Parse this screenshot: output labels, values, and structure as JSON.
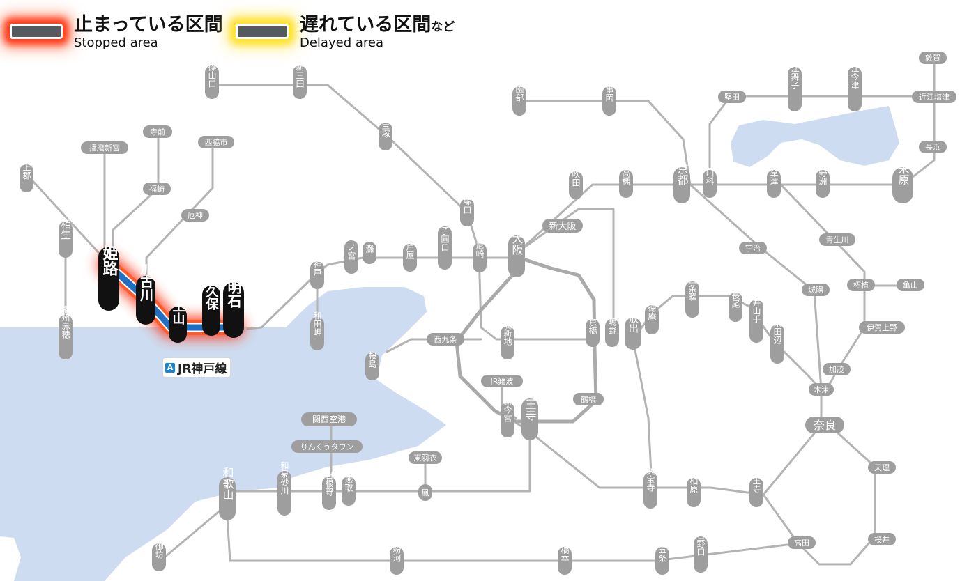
{
  "legend": {
    "stopped_jp": "止まっている区間",
    "stopped_en": "Stopped area",
    "delayed_jp": "遅れている区間",
    "delayed_suffix": "など",
    "delayed_en": "Delayed area"
  },
  "line": {
    "badge": "A",
    "name": "JR神戸線"
  },
  "colors": {
    "stopped": "#ff3a1a",
    "delayed": "#ffe22a",
    "line_blue": "#1f6fc4",
    "rail": "#b3b3b3",
    "water": "#cddcf0"
  },
  "stations": {
    "sasayamaguchi": "篠山口",
    "shinsanda": "新三田",
    "takarazuka": "宝塚",
    "tsukaguchi": "塚口",
    "amagasaki": "尼崎",
    "koshienguchi": "甲子園口",
    "ashiya": "芦屋",
    "nada": "灘",
    "sannomiya": "三ノ宮",
    "kobe": "神戸",
    "wadamisaki": "和田岬",
    "nishiakashi": "西明石",
    "okubo": "大久保",
    "tsuchiyama": "土山",
    "kakogawa": "加古川",
    "himeji": "姫路",
    "aioi": "相生",
    "kamigori": "上郡",
    "banshuako": "播州赤穂",
    "harimashingu": "播磨新宮",
    "teramae": "寺前",
    "fukusaki": "福崎",
    "nishiwakishi": "西脇市",
    "yakujin": "厄神",
    "sonobe": "園部",
    "kameoka": "亀岡",
    "kyoto": "京都",
    "yamashina": "山科",
    "katata": "堅田",
    "omimaiko": "近江舞子",
    "omiimazu": "近江今津",
    "tsuruga": "敦賀",
    "omishiotsu": "近江塩津",
    "nagahama": "長浜",
    "maibara": "米原",
    "kusatsu": "草津",
    "yasu": "野洲",
    "suita": "吹田",
    "takatsuki": "高槻",
    "shinosaka": "新大阪",
    "osaka": "大阪",
    "kyobashi": "京橋",
    "kitashinchi": "北新地",
    "nishikujo": "西九条",
    "sakurajima": "桜島",
    "uji": "宇治",
    "jojo": "城陽",
    "kyotanabe": "京田辺",
    "matsuiyamate": "松井山手",
    "nagao": "長尾",
    "shijonawate": "四条畷",
    "tokuan": "徳庵",
    "hanaten": "放出",
    "kamo_station": "鴫野",
    "tsuge": "柘植",
    "tsugeyama": "亀山",
    "igaueno": "伊賀上野",
    "kamo": "加茂",
    "kizu": "木津",
    "nara": "奈良",
    "tenri": "天理",
    "sakurai": "桜井",
    "kuroda": "青生川",
    "takada": "高田",
    "oji": "王寺",
    "kashiwara": "柏原",
    "kyuhoji": "久宝寺",
    "tennoji": "天王寺",
    "shinimamiya": "新今宮",
    "jrnamba": "JR難波",
    "tsuruhashi": "鶴橋",
    "kansaiairport": "関西空港",
    "rinkutown": "りんくうタウン",
    "higashihagoromo": "東羽衣",
    "otori": "鳳",
    "kumatori": "熊取",
    "hineno": "日根野",
    "izumisunagawa": "和泉砂川",
    "wakayama": "和歌山",
    "gobo": "御坊",
    "kokawa": "粉河",
    "hashimoto": "橋本",
    "gojo": "五条",
    "yoshinoguchi": "吉野口"
  }
}
